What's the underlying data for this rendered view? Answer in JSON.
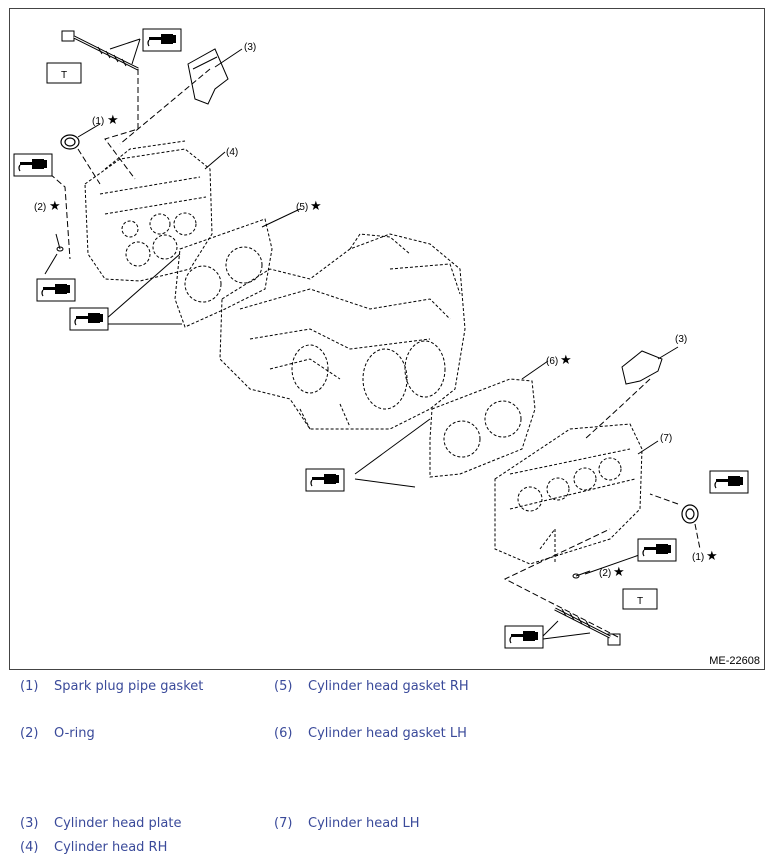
{
  "figure": {
    "id": "ME-22608",
    "torque_symbol": "T",
    "star_glyph": "★",
    "callouts": [
      "(1)",
      "(2)",
      "(3)",
      "(4)",
      "(5)",
      "(6)",
      "(7)"
    ]
  },
  "legend": [
    {
      "num": "(1)",
      "label": "Spark plug pipe gasket"
    },
    {
      "num": "(2)",
      "label": "O-ring"
    },
    {
      "num": "(3)",
      "label": "Cylinder head plate"
    },
    {
      "num": "(4)",
      "label": "Cylinder head RH"
    },
    {
      "num": "(5)",
      "label": "Cylinder head gasket RH"
    },
    {
      "num": "(6)",
      "label": "Cylinder head gasket LH"
    },
    {
      "num": "(7)",
      "label": "Cylinder head LH"
    }
  ],
  "colors": {
    "legend_text": "#3a4a9a",
    "frame": "#444444"
  }
}
